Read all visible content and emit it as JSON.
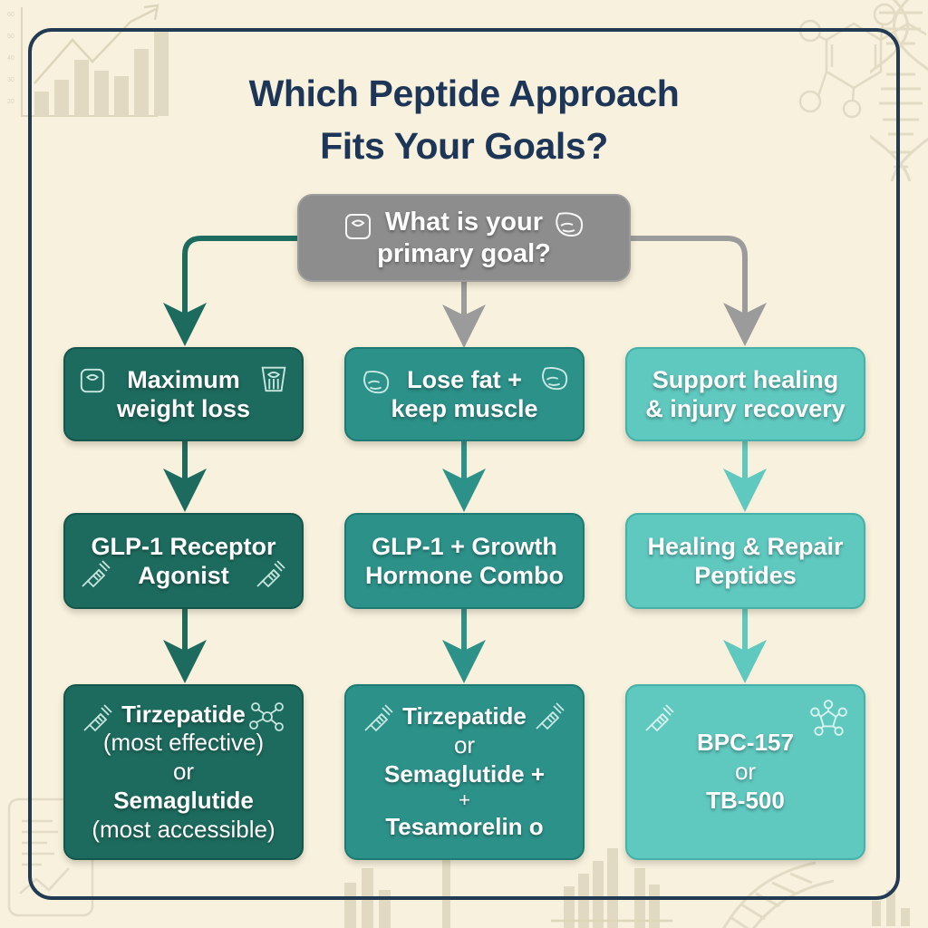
{
  "page": {
    "background_color": "#f7f1de",
    "frame_color": "#233b52"
  },
  "title": {
    "line1": "Which Peptide Approach",
    "line2": "Fits Your Goals?",
    "color": "#1d3557"
  },
  "flowchart": {
    "type": "decision-tree",
    "root": {
      "id": "root-question",
      "line1": "What is your",
      "line2": "primary goal?",
      "color": "#8d8d8d",
      "icons": [
        "scale-icon",
        "biceps-icon"
      ]
    },
    "columns": [
      {
        "id": "column-weight-loss",
        "color": "#1d6b5e",
        "connector_color": "#1d6b5e",
        "goal": {
          "id": "goal-maximum-weight-loss",
          "line1": "Maximum",
          "line2": "weight loss",
          "icons": [
            "scale-icon",
            "scale-icon"
          ]
        },
        "approach": {
          "id": "approach-glp1-receptor-agonist",
          "line1": "GLP-1 Receptor",
          "line2": "Agonist",
          "icons": [
            "syringe-icon",
            "syringe-icon"
          ]
        },
        "result": {
          "id": "result-tirzepatide-or-semaglutide",
          "lines": [
            {
              "text": "Tirzepatide",
              "style": "bold"
            },
            {
              "text": "(most effective)",
              "style": "regular"
            },
            {
              "text": "or",
              "style": "regular"
            },
            {
              "text": "Semaglutide",
              "style": "bold"
            },
            {
              "text": "(most accessible)",
              "style": "regular"
            }
          ],
          "icons": [
            "syringe-icon",
            "molecule-icon"
          ]
        }
      },
      {
        "id": "column-body-recomposition",
        "color": "#2c9189",
        "connector_color": "#8d8d8d",
        "goal": {
          "id": "goal-lose-fat-keep-muscle",
          "line1": "Lose fat +",
          "line2": "keep muscle",
          "icons": [
            "biceps-icon",
            "biceps-icon"
          ]
        },
        "approach": {
          "id": "approach-glp1-growth-hormone-combo",
          "line1": "GLP-1 + Growth",
          "line2": "Hormone Combo",
          "icons": []
        },
        "result": {
          "id": "result-tirzepatide-or-semaglutide-tesamorelin",
          "lines": [
            {
              "text": "Tirzepatide",
              "style": "bold"
            },
            {
              "text": "or",
              "style": "regular"
            },
            {
              "text": "Semaglutide +",
              "style": "bold"
            },
            {
              "text": "+",
              "style": "small"
            },
            {
              "text": "Tesamorelin o",
              "style": "bold"
            }
          ],
          "icons": [
            "syringe-icon",
            "syringe-icon"
          ]
        }
      },
      {
        "id": "column-healing-recovery",
        "color": "#5fc8bf",
        "connector_color": "#8d8d8d",
        "goal": {
          "id": "goal-support-healing-injury-recovery",
          "line1": "Support healing",
          "line2": "& injury recovery",
          "icons": []
        },
        "approach": {
          "id": "approach-healing-repair-peptides",
          "line1": "Healing & Repair",
          "line2": "Peptides",
          "icons": []
        },
        "result": {
          "id": "result-bpc157-or-tb500",
          "lines": [
            {
              "text": "BPC-157",
              "style": "bold"
            },
            {
              "text": "or",
              "style": "regular"
            },
            {
              "text": "TB-500",
              "style": "bold"
            }
          ],
          "icons": [
            "syringe-icon",
            "molecule-icon"
          ]
        }
      }
    ]
  },
  "background_decorations": [
    {
      "id": "bar-chart-top-left",
      "name": "bar-chart-decoration"
    },
    {
      "id": "molecule-top-right",
      "name": "molecule-decoration"
    },
    {
      "id": "dna-helix-right",
      "name": "dna-helix-decoration"
    },
    {
      "id": "document-bottom-left",
      "name": "document-decoration"
    },
    {
      "id": "bar-chart-bottom",
      "name": "bar-chart-decoration"
    },
    {
      "id": "dna-helix-bottom",
      "name": "dna-helix-decoration"
    }
  ]
}
